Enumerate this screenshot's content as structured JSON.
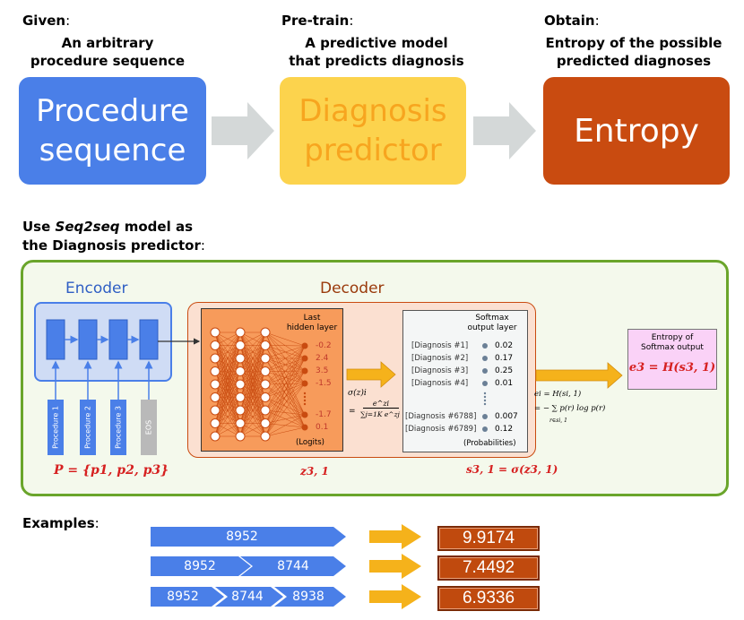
{
  "top": {
    "given": {
      "label": "Given",
      "colon": ":",
      "text": "An arbitrary\nprocedure sequence"
    },
    "pretrain": {
      "label": "Pre-train",
      "colon": ":",
      "text": "A predictive model\nthat predicts diagnosis"
    },
    "obtain": {
      "label": "Obtain",
      "colon": ":",
      "text": "Entropy of the possible\npredicted diagnoses"
    },
    "box1": "Procedure\nsequence",
    "box2": "Diagnosis\npredictor",
    "box3": "Entropy"
  },
  "section": {
    "line1_pre": "Use ",
    "line1_em": "Seq2seq",
    "line1_post": " model as",
    "line2": "the Diagnosis predictor",
    "line2_colon": ":"
  },
  "encoder": {
    "title": "Encoder",
    "inputs": [
      "Procedure 1",
      "Procedure 2",
      "Procedure 3",
      "EOS"
    ],
    "formula": "P = {p1, p2, p3}"
  },
  "decoder": {
    "title": "Decoder",
    "hidden_title": "Last\nhidden layer",
    "logits": [
      "-0.2",
      "2.4",
      "3.5",
      "-1.5",
      "-1.7",
      "0.1"
    ],
    "logits_caption": "(Logits)",
    "z_label": "z3, 1",
    "softmax_formula_lhs": "σ(z)i",
    "softmax_formula_eq": "=",
    "softmax_formula_num": "e^zi",
    "softmax_formula_den": "∑j=1K e^zj",
    "softmax_title": "Softmax\noutput layer",
    "diagnoses": [
      "[Diagnosis #1]",
      "[Diagnosis #2]",
      "[Diagnosis #3]",
      "[Diagnosis #4]",
      "[Diagnosis #6788]",
      "[Diagnosis #6789]"
    ],
    "probs": [
      "0.02",
      "0.17",
      "0.25",
      "0.01",
      "0.007",
      "0.12"
    ],
    "probs_caption": "(Probabilities)",
    "s_label": "s3, 1 = σ(z3, 1)"
  },
  "entropy": {
    "box_title": "Entropy of\nSoftmax output",
    "box_formula": "e3 = H(s3, 1)",
    "eq1": "ei = H(si, 1)",
    "eq2": "= − ∑ p(r) log p(r)",
    "eq2_sub": "r∈si, 1"
  },
  "examples": {
    "label": "Examples",
    "colon": ":",
    "rows": [
      {
        "codes": [
          "8952"
        ],
        "entropy": "9.9174"
      },
      {
        "codes": [
          "8952",
          "8744"
        ],
        "entropy": "7.4492"
      },
      {
        "codes": [
          "8952",
          "8744",
          "8938"
        ],
        "entropy": "6.9336"
      }
    ]
  },
  "colors": {
    "blue": "#4a7fe8",
    "yellow": "#fcd34d",
    "orange_red": "#c94b10",
    "green_border": "#6aa52b",
    "arrow_gray": "#d4d8d8",
    "arrow_gold": "#f5b21b"
  }
}
